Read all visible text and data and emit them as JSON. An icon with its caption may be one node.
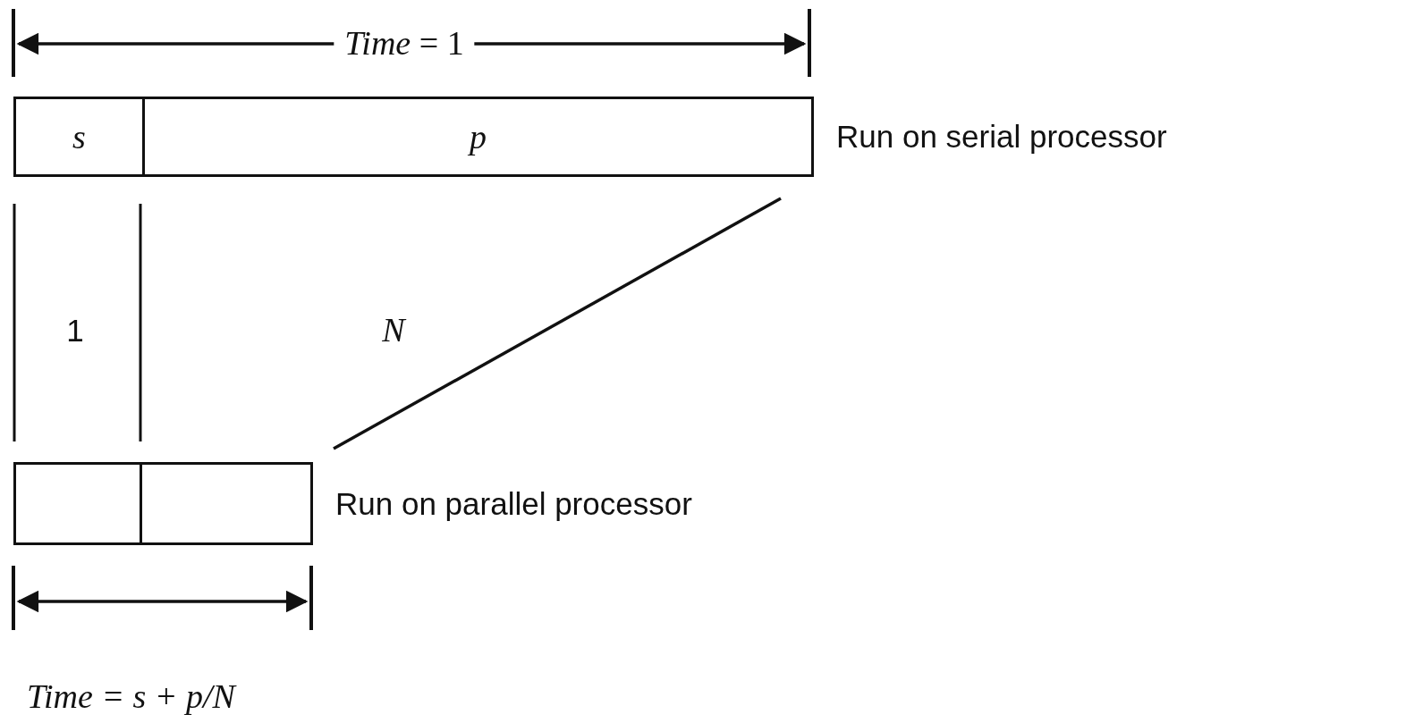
{
  "diagram": {
    "nodes": [
      {
        "text": [],
        "shape": "box",
        "beside": [
          "Run on serial processor"
        ]
      },
      {
        "text": [
          "s"
        ],
        "in": 0
      },
      {
        "text": [
          "p"
        ],
        "in": 0
      },
      {
        "text": [],
        "shape": "box"
      },
      {
        "text": [],
        "shape": "box",
        "beside": [
          "Run on parallel processor"
        ]
      }
    ],
    "labels": [
      "*Time* = 1",
      "1",
      "N",
      "Time = s + p/N"
    ]
  }
}
